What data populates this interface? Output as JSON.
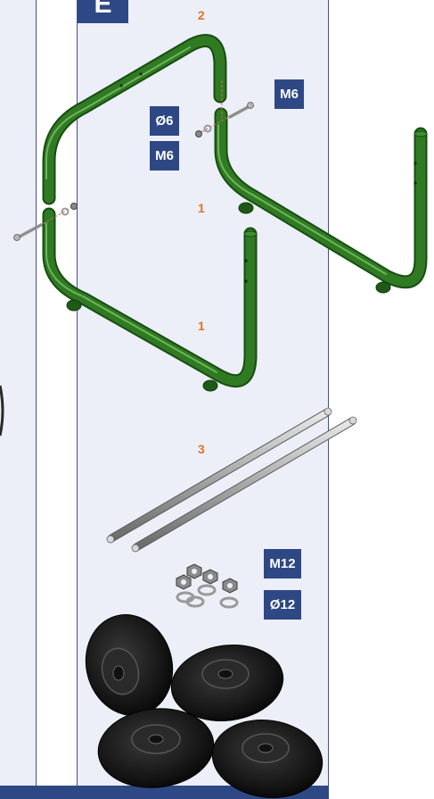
{
  "section": {
    "letter": "E"
  },
  "badges": {
    "m6_top": "M6",
    "d6": "Ø6",
    "m6_left": "M6",
    "m12": "M12",
    "d12": "Ø12"
  },
  "quantities": {
    "upper_frame": "2",
    "middle_frame": "1",
    "lower_frame": "1",
    "axles": "3"
  },
  "colors": {
    "accent": "#2e4885",
    "quantity": "#d9742b",
    "frame": "#2f7a22",
    "panel": "#eceff7"
  }
}
